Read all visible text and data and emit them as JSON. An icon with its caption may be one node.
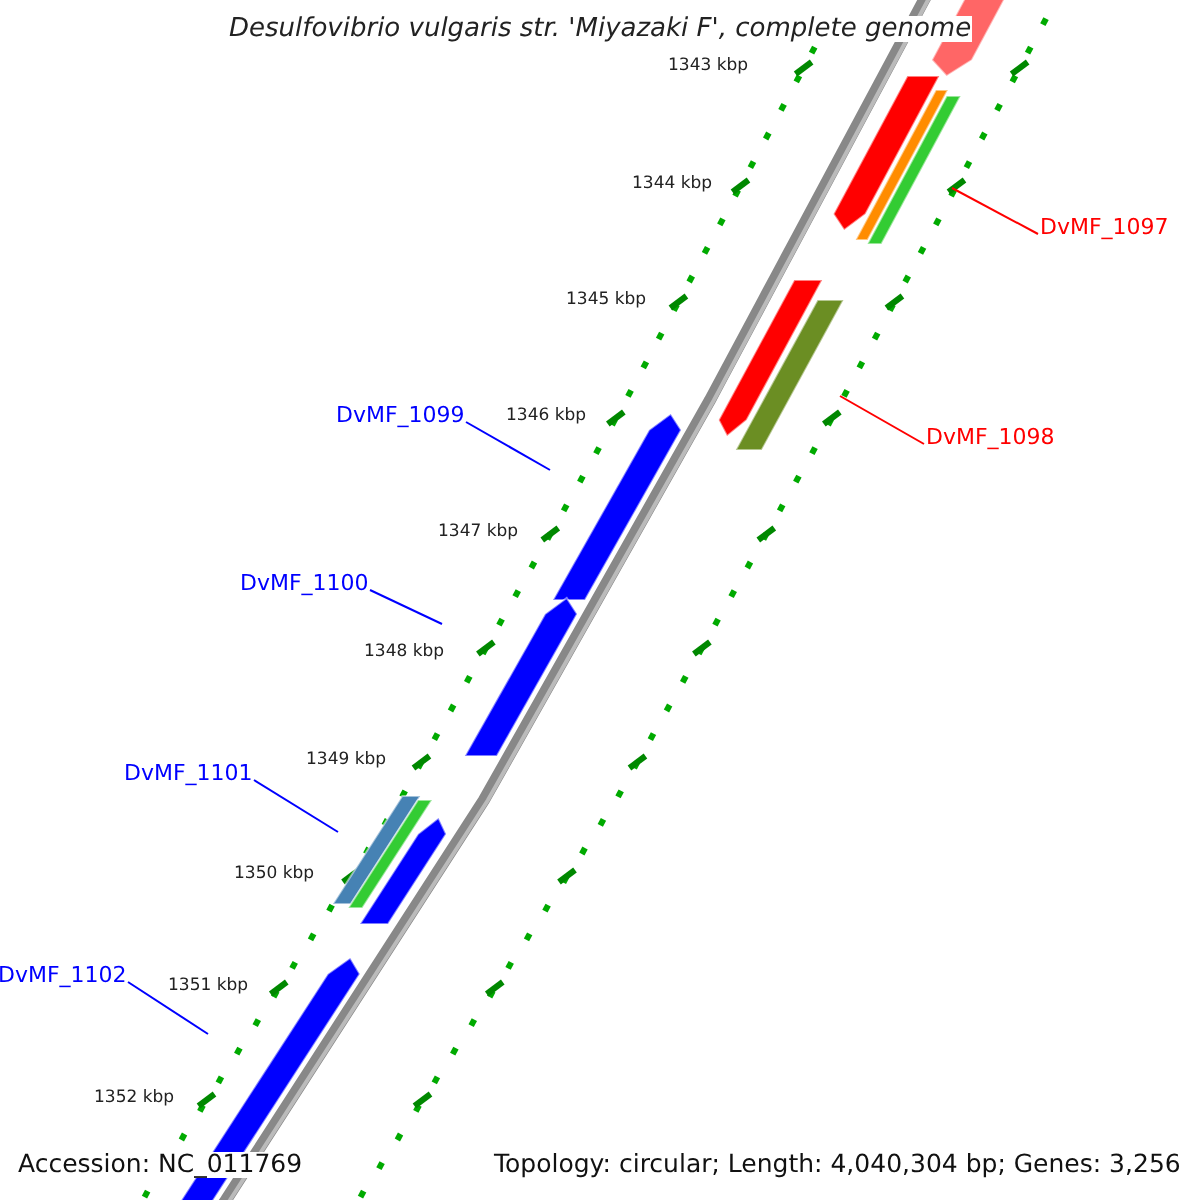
{
  "diagram": {
    "title": "Desulfovibrio vulgaris str. 'Miyazaki F', complete genome",
    "nodes": [
      {
        "text": [
          "DvMF_1097"
        ]
      },
      {
        "text": [
          "DvMF_1098"
        ]
      },
      {
        "text": [
          "DvMF_1099"
        ]
      },
      {
        "text": [
          "DvMF_1100"
        ]
      },
      {
        "text": [
          "DvMF_1101"
        ]
      },
      {
        "text": [
          "DvMF_1102"
        ]
      }
    ],
    "edges": [
      {
        "from": 0,
        "to": null,
        "arrow": "none",
        "color": "#ff0000"
      },
      {
        "from": 1,
        "to": null,
        "arrow": "none",
        "color": "#ff0000"
      },
      {
        "from": 2,
        "to": null,
        "arrow": "none"
      },
      {
        "from": 3,
        "to": null,
        "arrow": "none"
      },
      {
        "from": 4,
        "to": null,
        "arrow": "none"
      },
      {
        "from": 5,
        "to": null,
        "arrow": "none"
      }
    ],
    "labels": [
      "1343 kbp",
      "1344 kbp",
      "1345 kbp",
      "1346 kbp",
      "1347 kbp",
      "1348 kbp",
      "1349 kbp",
      "1350 kbp",
      "1351 kbp",
      "1352 kbp",
      "Accession: NC_011769",
      "Topology: circular; Length: 4,040,304 bp; Genes: 3,256"
    ]
  }
}
